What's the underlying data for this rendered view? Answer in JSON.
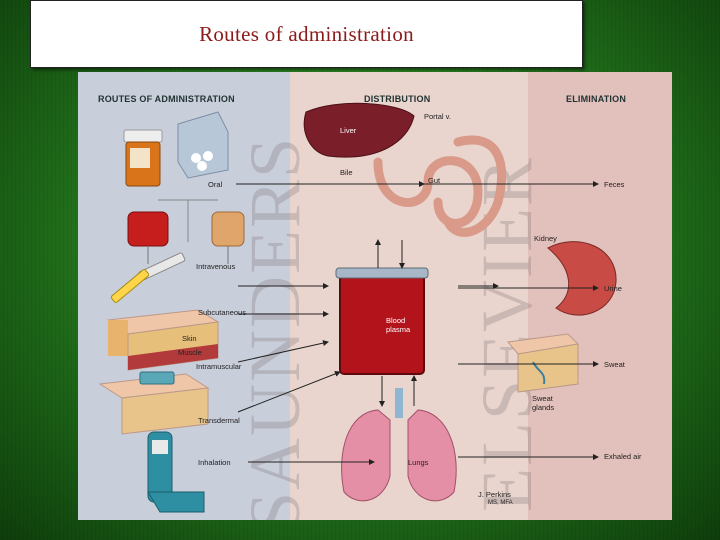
{
  "title": "Routes of administration",
  "figure": {
    "headers": {
      "routes": "ROUTES OF ADMINISTRATION",
      "distribution": "DISTRIBUTION",
      "elimination": "ELIMINATION"
    },
    "routes": {
      "oral": "Oral",
      "intravenous": "Intravenous",
      "subcutaneous": "Subcutaneous",
      "skin": "Skin",
      "muscle": "Muscle",
      "intramuscular": "Intramuscular",
      "transdermal": "Transdermal",
      "inhalation": "Inhalation"
    },
    "distribution": {
      "liver": "Liver",
      "portal": "Portal v.",
      "bile": "Bile",
      "gut": "Gut",
      "blood_plasma": "Blood plasma",
      "lungs": "Lungs",
      "credit": "J. Perkins",
      "credit_sub": "MS, MFA"
    },
    "elimination": {
      "feces": "Feces",
      "kidney": "Kidney",
      "urine": "Urine",
      "sweat": "Sweat",
      "sweat_glands": "Sweat glands",
      "exhaled_air": "Exhaled air"
    },
    "watermark": {
      "line1": "SAUNDERS",
      "line2": "ELSEVIER"
    },
    "colors": {
      "routes_bg": "#c9cedb",
      "distribution_bg": "#e9d5cd",
      "elimination_bg": "#e2c0bc",
      "blood": "#b3141c",
      "liver": "#7a1e2a"
    }
  }
}
